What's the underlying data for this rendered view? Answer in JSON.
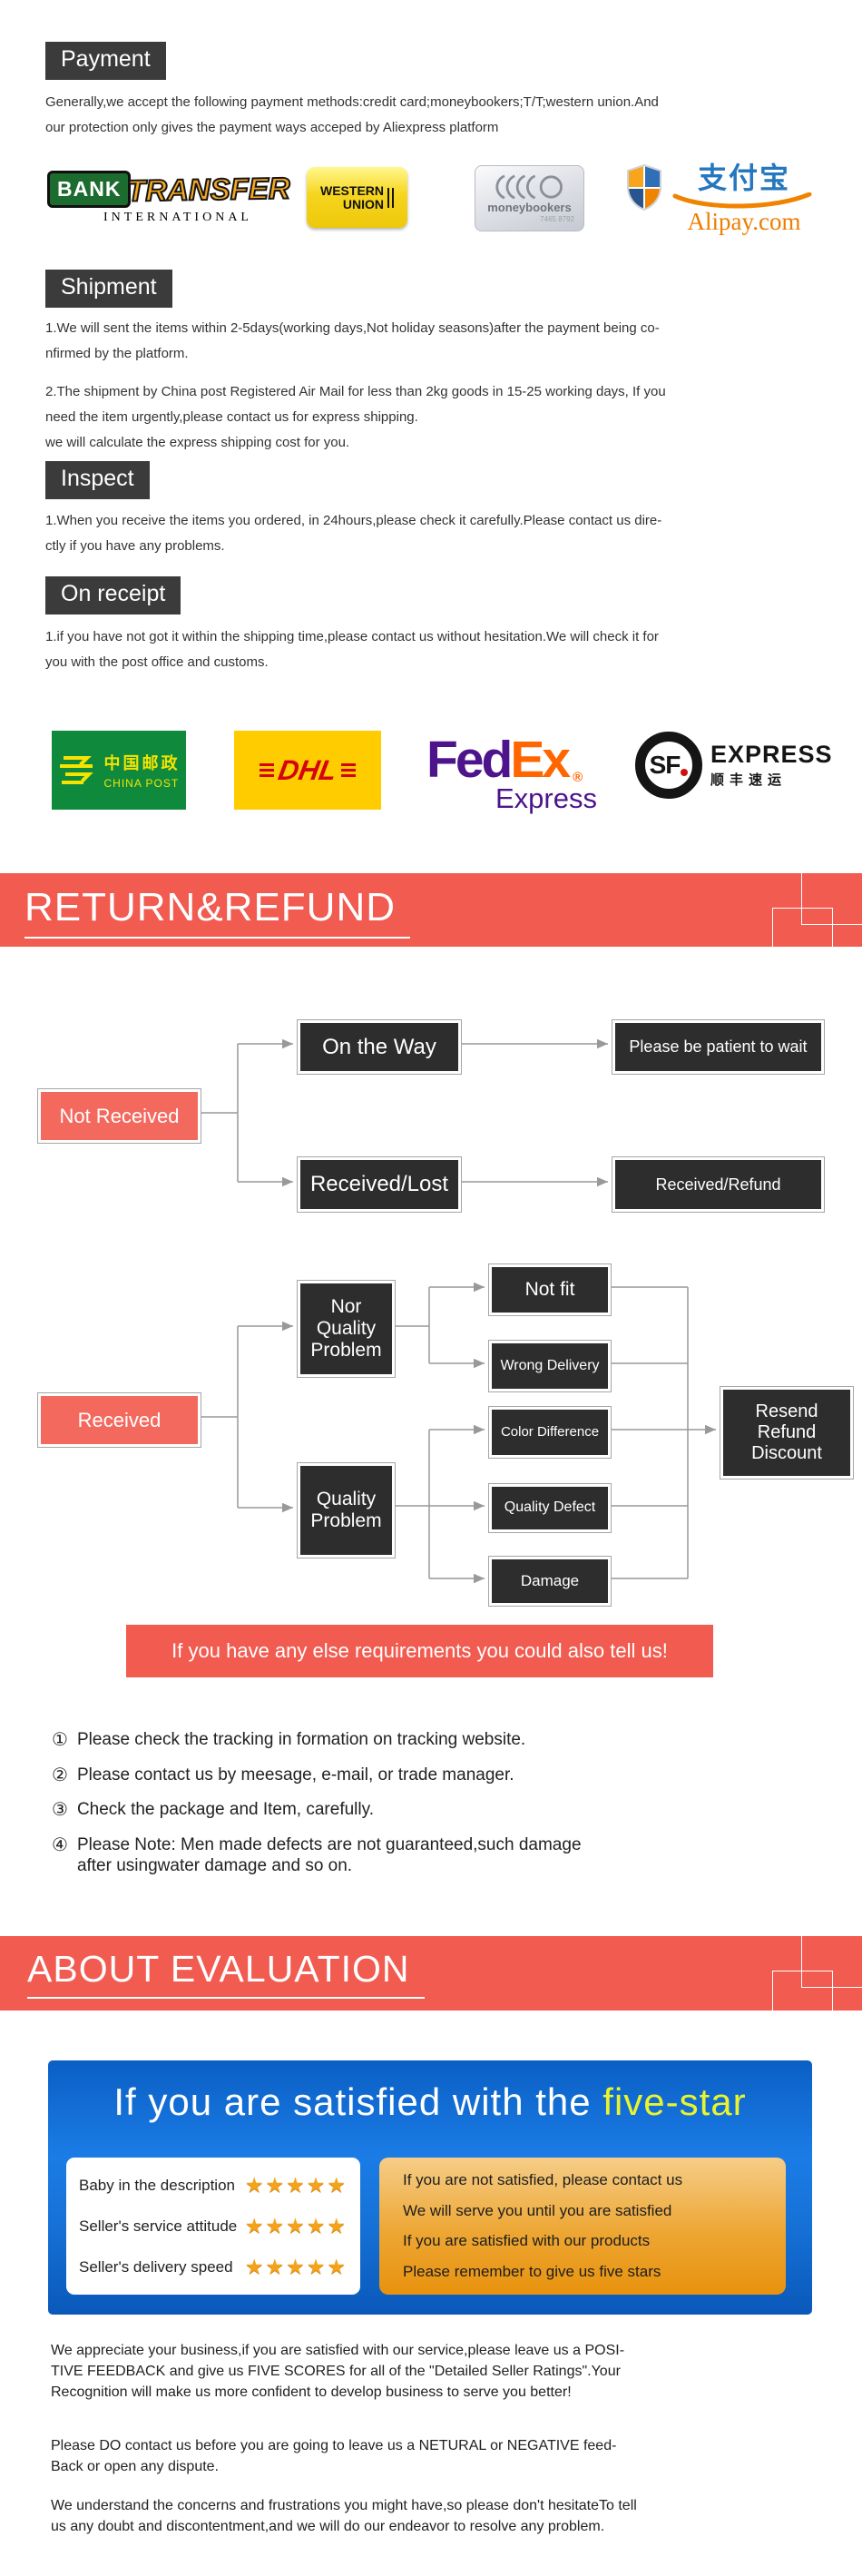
{
  "palette": {
    "accent_red": "#f15b50",
    "flow_red_box": "#f4695e",
    "header_dark": "#3b3b3b",
    "node_dark": "#2d2d2d",
    "blue_panel": "#1b7ce6",
    "five_star_yellow": "#e9f42c",
    "gold_star": "#f5a31d",
    "fedex_purple": "#4d148c",
    "fedex_orange": "#ff6600",
    "dhl_yellow": "#ffcc00",
    "dhl_red": "#d40511",
    "china_post_green": "#0f8a3d",
    "alipay_blue": "#2577be",
    "alipay_orange": "#ee7d00",
    "western_union_yellow": "#f6d51f"
  },
  "payment": {
    "header": "Payment",
    "body": "Generally,we accept the following payment methods:credit card;moneybookers;T/T;western union.And\nour protection only gives the payment ways acceped by Aliexpress platform",
    "logos": {
      "bank_transfer": {
        "bank": "BANK",
        "transfer": "TRANSFER",
        "international": "INTERNATIONAL"
      },
      "western_union": {
        "line1": "WESTERN",
        "line2": "UNION"
      },
      "moneybookers": {
        "name": "moneybookers",
        "digits": "7465 8792"
      },
      "alipay": {
        "chinese": "支付宝",
        "domain": "Alipay.com"
      }
    }
  },
  "shipment": {
    "header": "Shipment",
    "para1": "1.We will sent the items within 2-5days(working days,Not holiday seasons)after the payment being co-\nnfirmed by the platform.",
    "para2": "2.The shipment by China post Registered Air Mail for less than 2kg goods in 15-25 working days, If you\nneed the item urgently,please contact us for express shipping.\nwe will calculate the express shipping cost for you."
  },
  "inspect": {
    "header": "Inspect",
    "para": "1.When you receive the items you ordered, in 24hours,please check it carefully.Please contact us dire-\nctly if you have any problems."
  },
  "on_receipt": {
    "header": "On receipt",
    "para": "1.if you have not got it within the shipping time,please contact us without hesitation.We will check it for\nyou with the post office and customs."
  },
  "carriers": {
    "china_post": {
      "chinese": "中国邮政",
      "english": "CHINA POST"
    },
    "dhl": {
      "name": "DHL"
    },
    "fedex": {
      "fed": "Fed",
      "ex": "Ex",
      "reg": "®",
      "express": "Express"
    },
    "sf": {
      "initials": "SF",
      "express": "EXPRESS",
      "chinese": "顺丰速运"
    }
  },
  "return_refund": {
    "title": "RETURN&REFUND",
    "flow_not_received": {
      "start": "Not Received",
      "path1": "On the Way",
      "path1_result": "Please be patient to wait",
      "path2": "Received/Lost",
      "path2_result": "Received/Refund"
    },
    "flow_received": {
      "start": "Received",
      "branch1": "Nor\nQuality\nProblem",
      "branch2": "Quality\nProblem",
      "leaf1": "Not fit",
      "leaf2": "Wrong Delivery",
      "leaf3": "Color Difference",
      "leaf4": "Quality Defect",
      "leaf5": "Damage",
      "result": "Resend\nRefund\nDiscount"
    },
    "banner": "If you have any else requirements you could also tell us!",
    "notes": [
      {
        "num": "①",
        "text": "Please check the tracking in formation on tracking website."
      },
      {
        "num": "②",
        "text": "Please contact us by meesage, e-mail, or trade manager."
      },
      {
        "num": "③",
        "text": "Check the package and Item, carefully."
      },
      {
        "num": "④",
        "text": "Please Note: Men made defects are not guaranteed,such damage\nafter usingwater damage and so on."
      }
    ]
  },
  "evaluation": {
    "title": "ABOUT EVALUATION",
    "headline_white": "If you are satisfied with the ",
    "headline_accent": "five-star",
    "ratings": [
      {
        "label": "Baby in the description",
        "stars": "★★★★★"
      },
      {
        "label": "Seller's service attitude",
        "stars": "★★★★★"
      },
      {
        "label": "Seller's delivery speed",
        "stars": "★★★★★"
      }
    ],
    "notes": [
      "If you are not satisfied, please contact us",
      "We will serve you until you are satisfied",
      "If you are satisfied with our products",
      "Please remember to give us five stars"
    ],
    "footer1": "We appreciate your business,if you are satisfied with our service,please leave us a POSI-\nTIVE FEEDBACK and give us FIVE SCORES for all of the \"Detailed Seller Ratings\".Your\nRecognition will make us more confident to develop business to serve you better!",
    "footer2": "Please DO contact us before you are going to leave us a NETURAL or NEGATIVE feed-\nBack or open any dispute.",
    "footer3": "We understand the concerns and frustrations you might have,so please don't hesitateTo tell\nus any doubt and discontentment,and we will do our endeavor to resolve any problem."
  }
}
